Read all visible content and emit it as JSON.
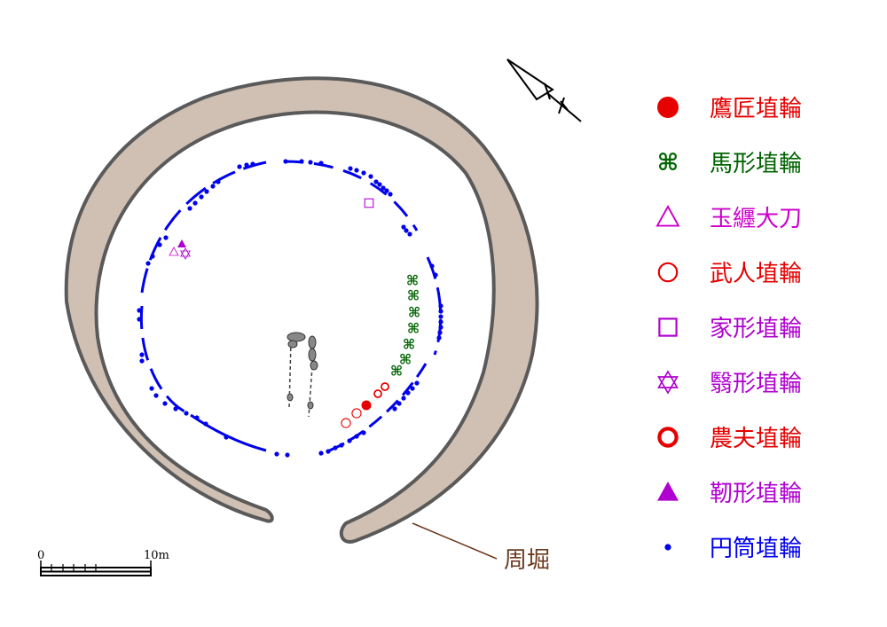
{
  "legend": [
    {
      "key": "hawk",
      "symbol": "filled-circle",
      "label": "鷹匠埴輪",
      "color": "#e60000"
    },
    {
      "key": "horse",
      "symbol": "cmd-symbol",
      "label": "馬形埴輪",
      "color": "#006400"
    },
    {
      "key": "sword",
      "symbol": "open-triangle",
      "label": "玉纒大刀",
      "color": "#cc00cc"
    },
    {
      "key": "warrior",
      "symbol": "open-circle",
      "label": "武人埴輪",
      "color": "#e60000"
    },
    {
      "key": "house",
      "symbol": "open-square",
      "label": "家形埴輪",
      "color": "#b000d0"
    },
    {
      "key": "ki",
      "symbol": "hexagram",
      "label": "翳形埴輪",
      "color": "#b000d0"
    },
    {
      "key": "farmer",
      "symbol": "thick-circle",
      "label": "農夫埴輪",
      "color": "#e60000"
    },
    {
      "key": "yugi",
      "symbol": "filled-triangle",
      "label": "靭形埴輪",
      "color": "#b000d0"
    },
    {
      "key": "cylinder",
      "symbol": "small-dot",
      "label": "円筒埴輪",
      "color": "#0000ee"
    }
  ],
  "moat_label": "周堀",
  "moat_label_color": "#6b3a1e",
  "moat_fill": "#cfc0b3",
  "moat_stroke": "#5a5a5a",
  "scale_bar": {
    "start_label": "0",
    "end_label": "10m"
  }
}
